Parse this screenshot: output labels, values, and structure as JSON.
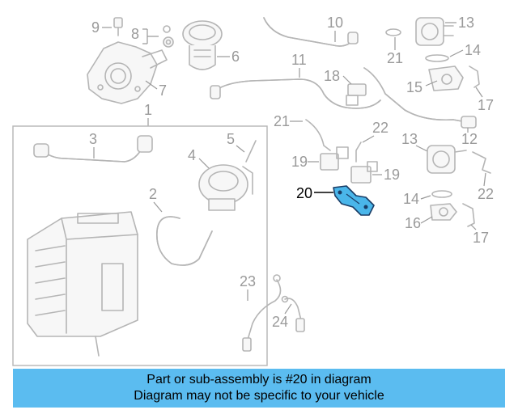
{
  "callouts": {
    "c1": "1",
    "c2": "2",
    "c3": "3",
    "c4": "4",
    "c5": "5",
    "c6": "6",
    "c7": "7",
    "c8": "8",
    "c9": "9",
    "c10": "10",
    "c11": "11",
    "c12": "12",
    "c13a": "13",
    "c13b": "13",
    "c14a": "14",
    "c14b": "14",
    "c15": "15",
    "c16": "16",
    "c17a": "17",
    "c17b": "17",
    "c18": "18",
    "c19a": "19",
    "c19b": "19",
    "c20": "20",
    "c21a": "21",
    "c21b": "21",
    "c22a": "22",
    "c22b": "22",
    "c23": "23",
    "c24": "24"
  },
  "colors": {
    "highlight": "#4ab6ea",
    "banner": "#5bbcf0",
    "line": "#b5b5b5"
  },
  "banner": {
    "line1": "Part or sub-assembly is #20 in diagram",
    "line2": "Diagram may not be specific to your vehicle"
  }
}
